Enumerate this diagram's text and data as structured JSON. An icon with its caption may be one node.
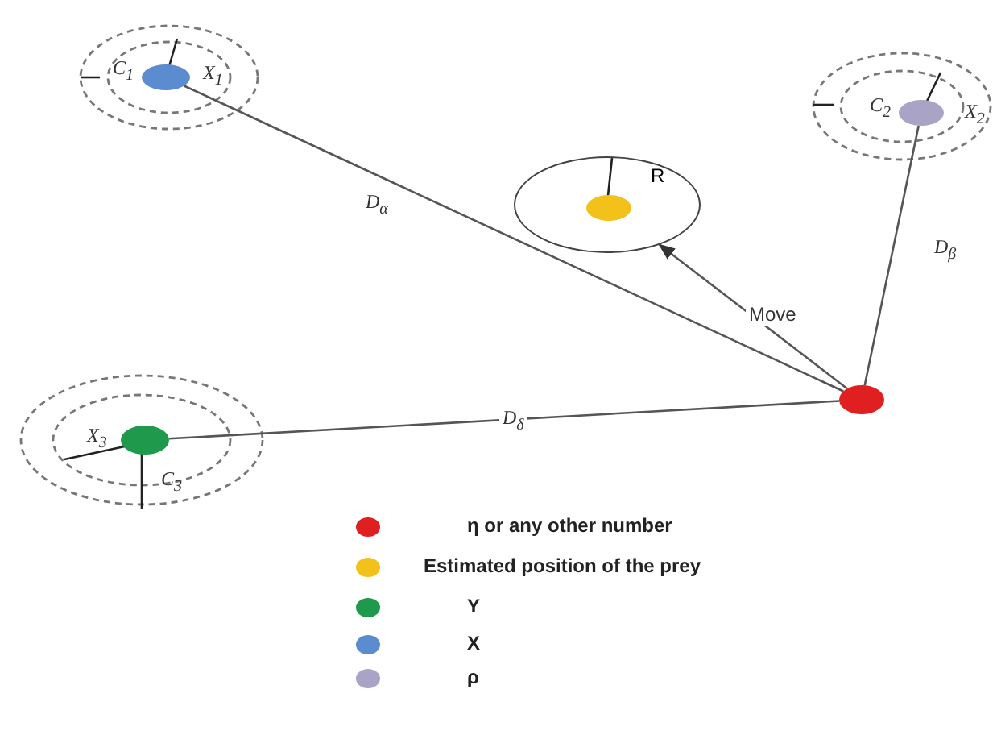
{
  "diagram": {
    "nodes": [
      {
        "text": [],
        "shape": "circle",
        "beside": [
          "C$_{1}$",
          "X$_{1}$"
        ]
      },
      {
        "text": [],
        "shape": "circle",
        "beside": [
          "C$_{2}$",
          "X$_{2}$"
        ]
      },
      {
        "text": [
          "R"
        ]
      },
      {
        "text": [],
        "shape": "circle",
        "in": 2
      },
      {
        "text": [],
        "shape": "circle",
        "beside": [
          "X$_{3}$",
          "C$_{3}$"
        ]
      },
      {
        "text": [],
        "shape": "circle"
      }
    ],
    "edges": [
      {
        "from": 0,
        "to": 5,
        "arrow": "none",
        "label": "D$_{α}$"
      },
      {
        "from": 1,
        "to": 5,
        "arrow": "none",
        "label": "D$_{β}$"
      },
      {
        "from": 5,
        "to": 2,
        "arrow": "to",
        "label": "Move"
      },
      {
        "from": 4,
        "to": 5,
        "arrow": "none",
        "label": "D$_{δ}$"
      }
    ],
    "legend": [
      {
        "text": "η or any other number",
        "color": "#e02020"
      },
      {
        "text": "Estimated position of the prey",
        "color": "#f2c21b"
      },
      {
        "text": "Y",
        "color": "#1f9a4c"
      },
      {
        "text": "X",
        "color": "#5b8ccf"
      },
      {
        "text": "ρ",
        "color": "#a9a3c6"
      }
    ]
  }
}
